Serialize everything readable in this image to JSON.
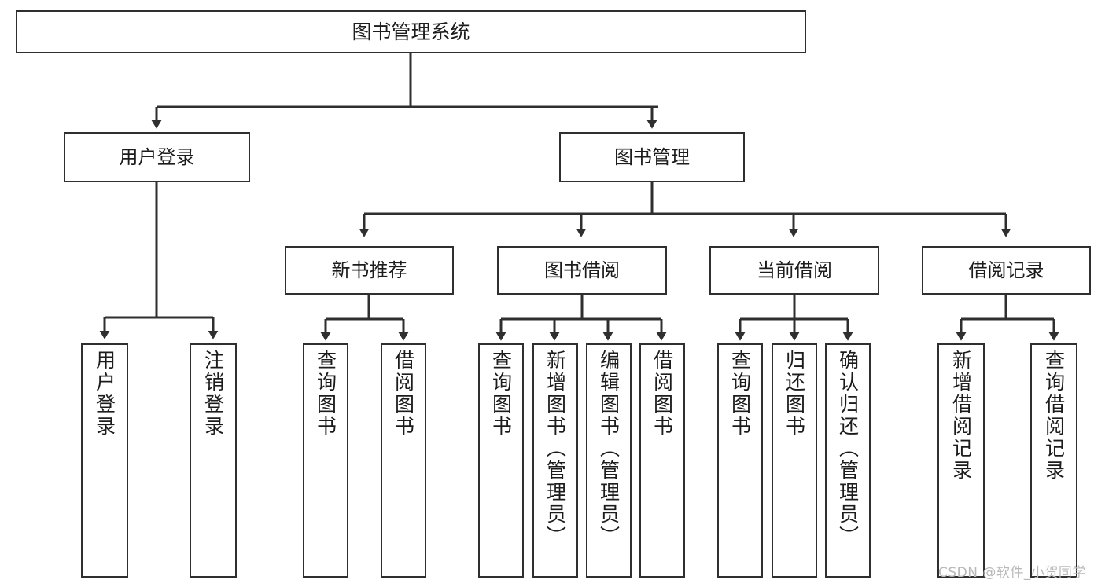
{
  "diagram": {
    "title": "图书管理系统",
    "type": "tree-hierarchy-chart",
    "line_color": "#2f2f2f",
    "box_fill": "#ffffff",
    "text_color": "#1c1c1c",
    "watermark": "CSDN @软件_小贺同学",
    "levels": {
      "root": {
        "label": "图书管理系统"
      },
      "level2": [
        {
          "label": "用户登录"
        },
        {
          "label": "图书管理"
        }
      ],
      "level3": [
        {
          "label": "新书推荐"
        },
        {
          "label": "图书借阅"
        },
        {
          "label": "当前借阅"
        },
        {
          "label": "借阅记录"
        }
      ],
      "leaves": {
        "user_login": [
          {
            "label": "用户登录"
          },
          {
            "label": "注销登录"
          }
        ],
        "new_book_recommend": [
          {
            "label": "查询图书"
          },
          {
            "label": "借阅图书"
          }
        ],
        "book_borrow": [
          {
            "label": "查询图书"
          },
          {
            "label": "新增图书（管理员）"
          },
          {
            "label": "编辑图书（管理员）"
          },
          {
            "label": "借阅图书"
          }
        ],
        "current_borrow": [
          {
            "label": "查询图书"
          },
          {
            "label": "归还图书"
          },
          {
            "label": "确认归还（管理员）"
          }
        ],
        "borrow_record": [
          {
            "label": "新增借阅记录"
          },
          {
            "label": "查询借阅记录"
          }
        ]
      }
    }
  }
}
